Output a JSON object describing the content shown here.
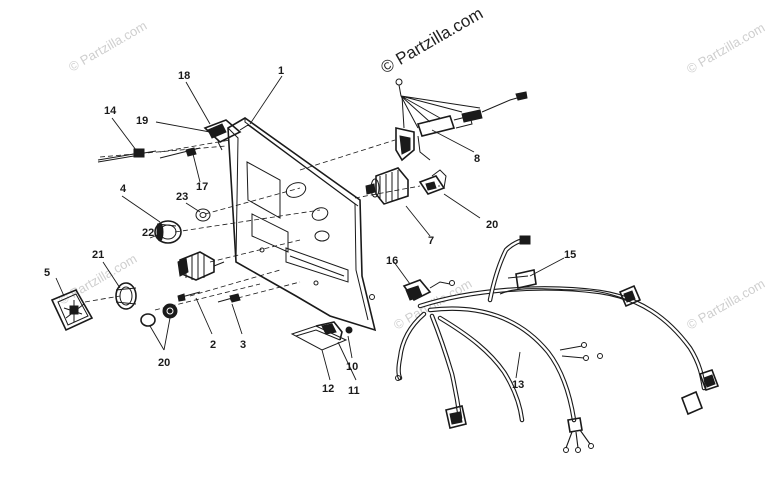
{
  "watermark": {
    "copyright": "© Partzilla.com",
    "repeat": "© Partzilla.com"
  },
  "labels": {
    "p1": "1",
    "p2": "2",
    "p3": "3",
    "p4": "4",
    "p5": "5",
    "p7": "7",
    "p8": "8",
    "p10": "10",
    "p11": "11",
    "p12": "12",
    "p13": "13",
    "p14": "14",
    "p15": "15",
    "p16": "16",
    "p17": "17",
    "p18": "18",
    "p19": "19",
    "p20a": "20",
    "p20b": "20",
    "p21": "21",
    "p22": "22",
    "p23": "23"
  }
}
